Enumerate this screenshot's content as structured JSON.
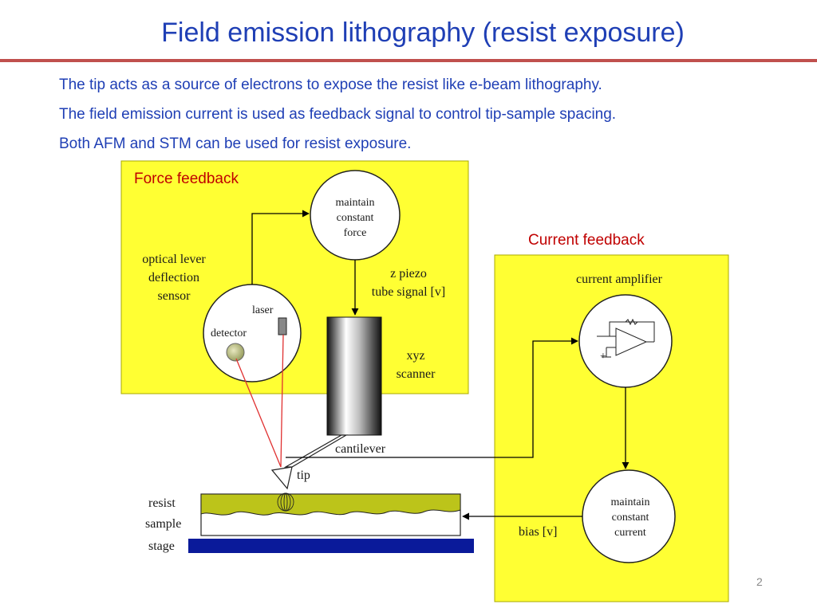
{
  "slide": {
    "title": "Field emission lithography (resist exposure)",
    "bullets": [
      "The tip acts as a source of electrons to expose the resist like e-beam lithography.",
      "The field emission current is used as feedback signal to control tip-sample spacing.",
      "Both AFM and STM can be used for resist exposure."
    ],
    "page_number": "2"
  },
  "diagram": {
    "force_feedback_label": "Force feedback",
    "current_feedback_label": "Current feedback",
    "maintain_force": [
      "maintain",
      "constant",
      "force"
    ],
    "optical_sensor": [
      "optical lever",
      "deflection",
      "sensor"
    ],
    "laser": "laser",
    "detector": "detector",
    "z_piezo": [
      "z piezo",
      "tube signal [v]"
    ],
    "xyz_scanner": [
      "xyz",
      "scanner"
    ],
    "cantilever": "cantilever",
    "tip": "tip",
    "resist": "resist",
    "sample": "sample",
    "stage": "stage",
    "current_amplifier": "current amplifier",
    "maintain_current": [
      "maintain",
      "constant",
      "current"
    ],
    "bias": "bias [v]",
    "colors": {
      "panel_yellow": "#ffff33",
      "stage_blue": "#0a1a9a",
      "resist_olive": "#bcc41a",
      "laser_red": "#e03030"
    }
  }
}
